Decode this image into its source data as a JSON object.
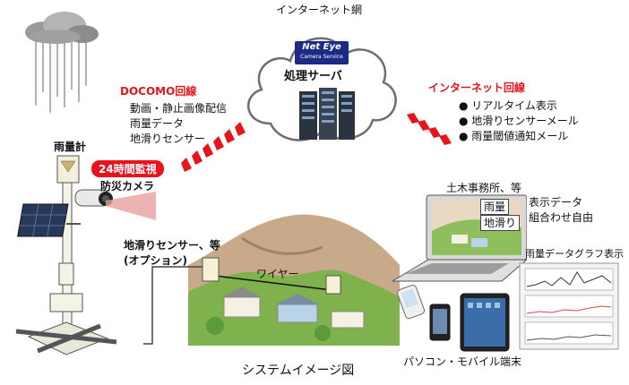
{
  "title_network": "インターネット網",
  "server": {
    "brand": "Net Eye",
    "brand_sub": "Camera Service",
    "label": "処理サーバ"
  },
  "docomo": {
    "title": "DOCOMO回線",
    "items": [
      "動画・静止画像配信",
      "雨量データ",
      "地滑りセンサー"
    ]
  },
  "internet_line": {
    "title": "インターネット回線",
    "items": [
      "● リアルタイム表示",
      "● 地滑りセンサーメール",
      "● 雨量閾値通知メール"
    ]
  },
  "rain_gauge": "雨量計",
  "monitor_badge": "24時間監視",
  "camera_label": "防災カメラ",
  "sensor_label": [
    "地滑りセンサー、等",
    "(オプション)"
  ],
  "wire_label": "ワイヤー",
  "office_label": "土木事務所、等",
  "screen_tags": [
    "雨量",
    "地滑り"
  ],
  "display_label": [
    "表示データ",
    "組合わせ自由"
  ],
  "graph_label": "雨量データグラフ表示",
  "mobile_label": "パソコン・モバイル端末",
  "caption": "システムイメージ図",
  "colors": {
    "accent": "#e8141c",
    "cloud_edge": "#777777"
  }
}
